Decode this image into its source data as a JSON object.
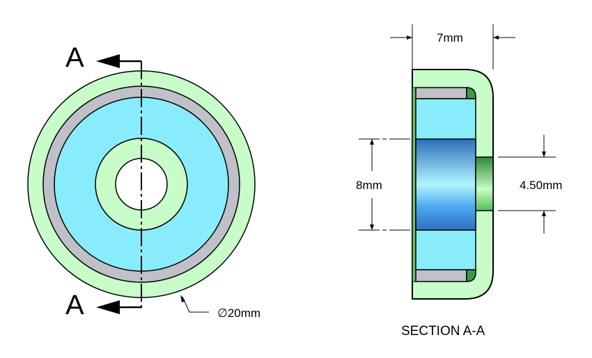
{
  "front_view": {
    "section_letter_top": "A",
    "section_letter_bottom": "A",
    "diameter_label": "∅20mm"
  },
  "section_view": {
    "width_label": "7mm",
    "magnet_height_label": "8mm",
    "hole_label": "4.50mm",
    "title": "SECTION A-A"
  },
  "colors": {
    "housing": "#c8fcc8",
    "ring": "#c0c0c8",
    "magnet": "#88e8fc",
    "magnet_core_dark": "#2f78c8",
    "magnet_core_light": "#a8f0ff",
    "plug": "#40c040"
  }
}
